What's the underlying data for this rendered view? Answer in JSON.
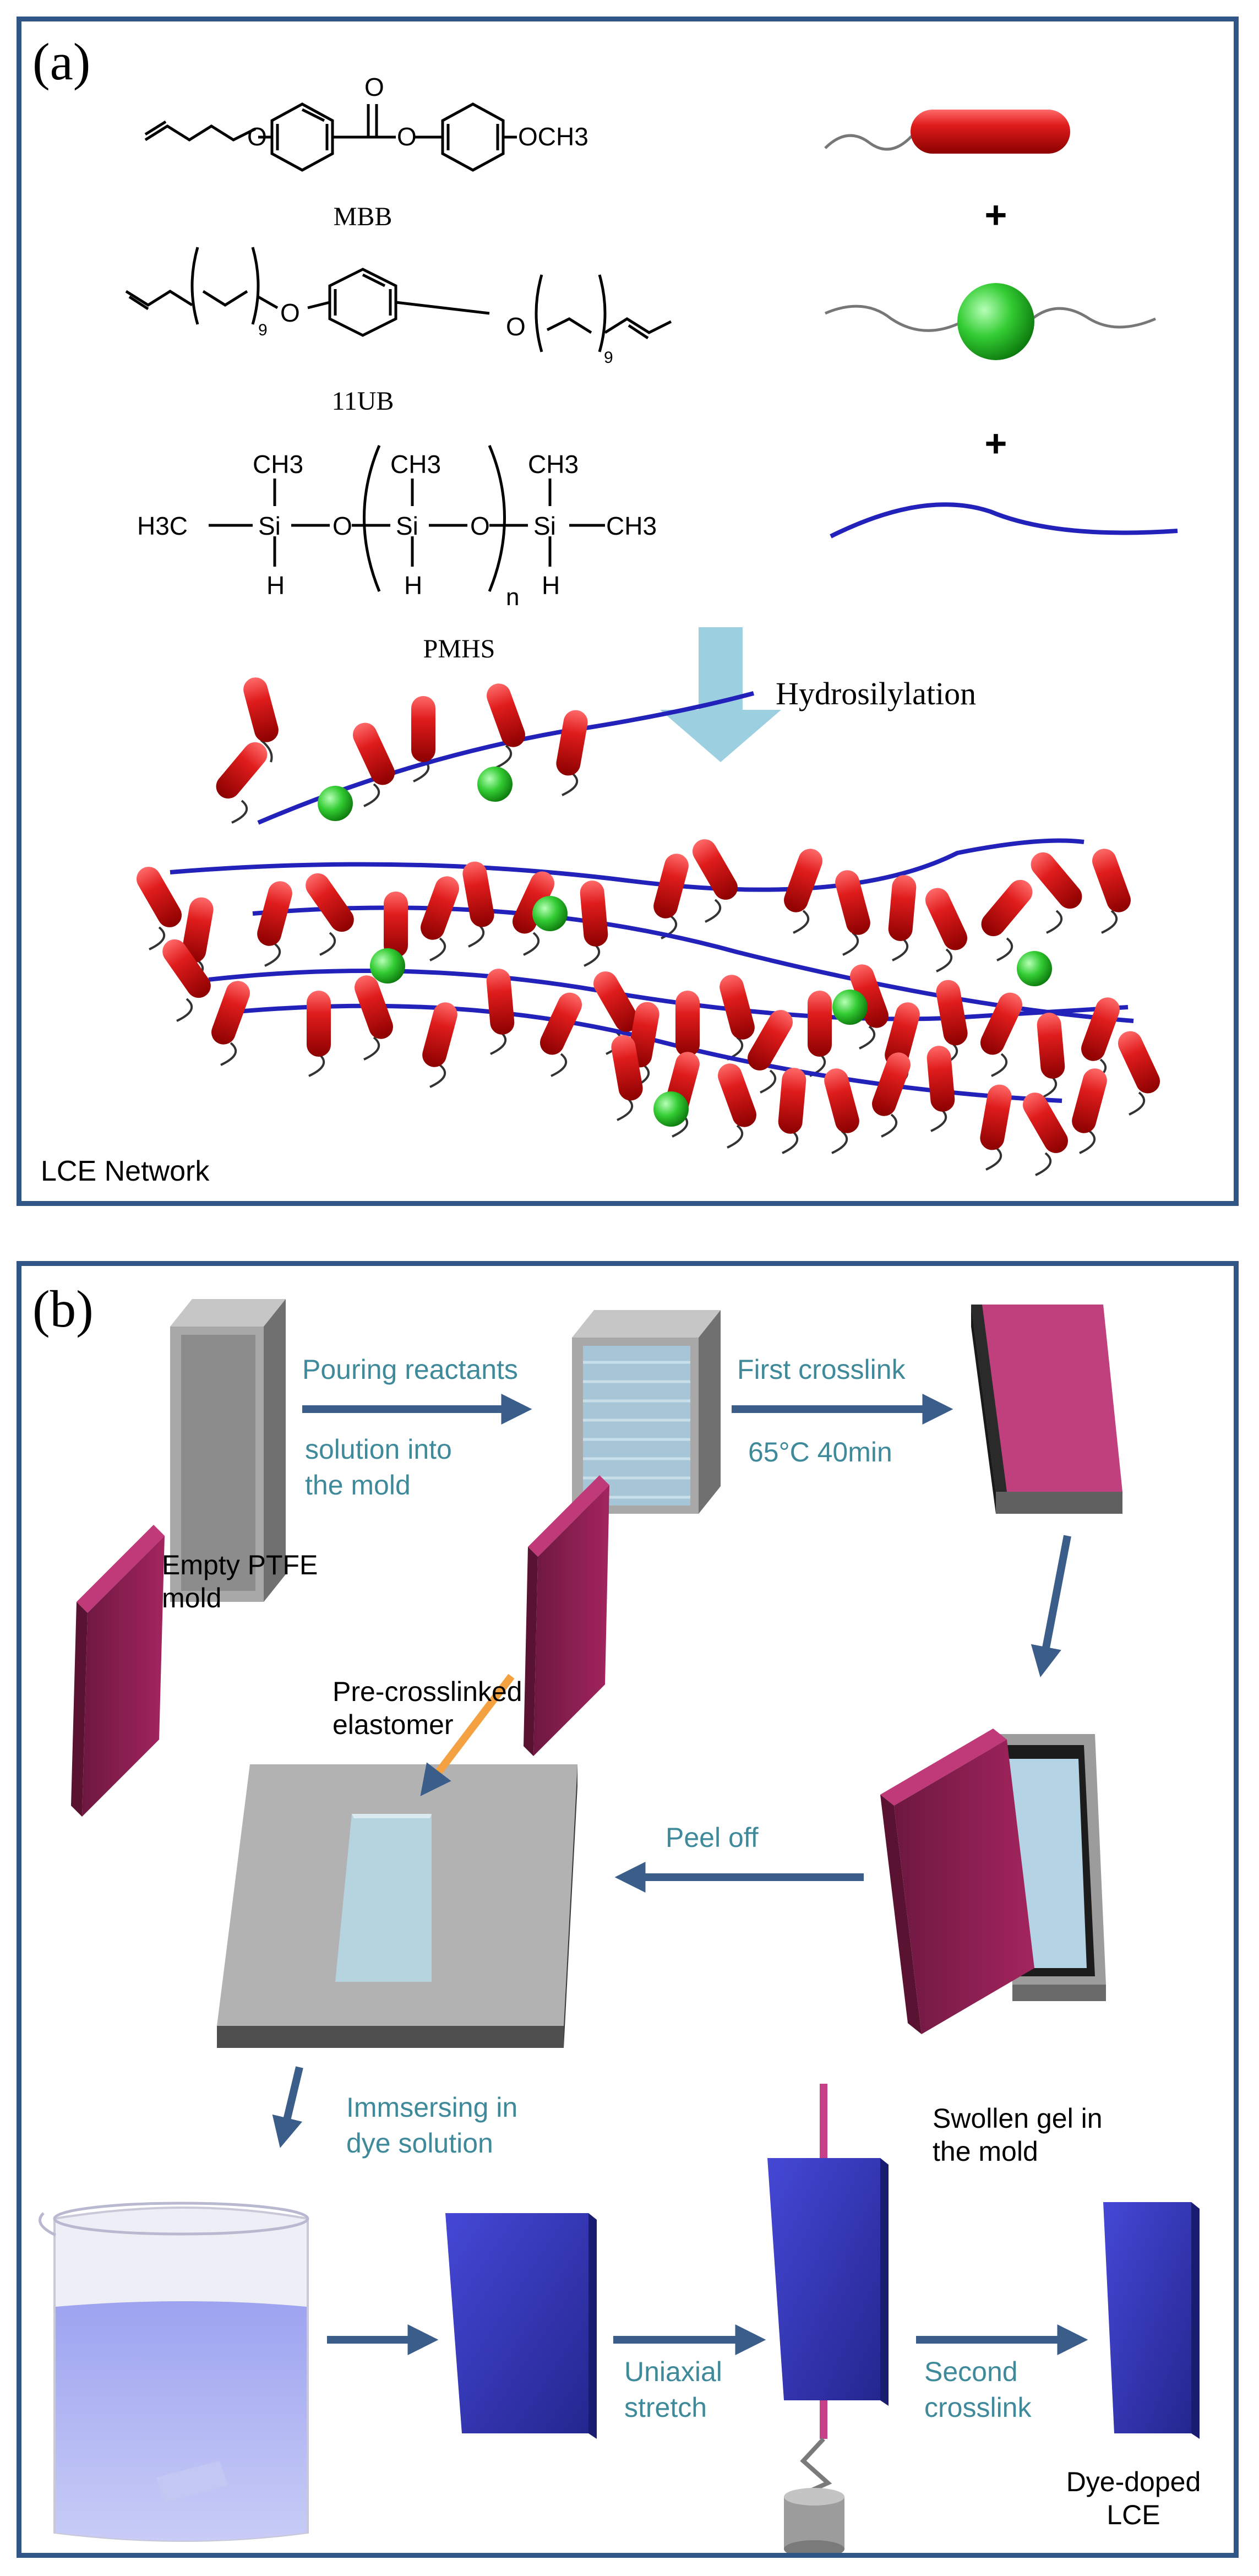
{
  "panel_a": {
    "label": "(a)",
    "compounds": [
      {
        "name": "MBB",
        "end_group": "OCH3"
      },
      {
        "name": "11UB",
        "repeat": "9"
      },
      {
        "name": "PMHS",
        "subscript": "n"
      }
    ],
    "pmhs_labels": {
      "methyl": "CH3",
      "h3c": "H3C",
      "si": "Si",
      "o": "O",
      "h": "H"
    },
    "atom_labels": {
      "o": "O"
    },
    "plus": "+",
    "reaction": "Hydrosilylation",
    "network_label": "LCE Network"
  },
  "panel_b": {
    "label": "(b)",
    "steps": {
      "pour_top": "Pouring reactants",
      "pour_bottom1": "solution into",
      "pour_bottom2": "the mold",
      "crosslink1_top": "First crosslink",
      "crosslink1_bottom": "65°C 40min",
      "peel": "Peel off",
      "immerse1": "Immsersing in",
      "immerse2": "dye solution",
      "stretch1": "Uniaxial",
      "stretch2": "stretch",
      "crosslink2_1": "Second",
      "crosslink2_2": "crosslink"
    },
    "labels": {
      "mold1": "Empty PTFE",
      "mold2": "mold",
      "pre1": "Pre-crosslinked",
      "pre2": "elastomer",
      "gel1": "Swollen gel in",
      "gel2": "the mold",
      "lce1": "Dye-doped",
      "lce2": "LCE"
    }
  },
  "colors": {
    "frame": "#2f5687",
    "arrow": "#3b5d8a",
    "caption_teal": "#3f8a9a",
    "mesogen_red": "#d81818",
    "crosslinker_green": "#33cc33",
    "backbone_blue": "#2222bb",
    "lid_magenta": "#a3245e",
    "mold_gray": "#a6a6a6",
    "lce_blue": "#2d2fb0",
    "hydrosilylation_arrow": "#9ccfe0"
  }
}
